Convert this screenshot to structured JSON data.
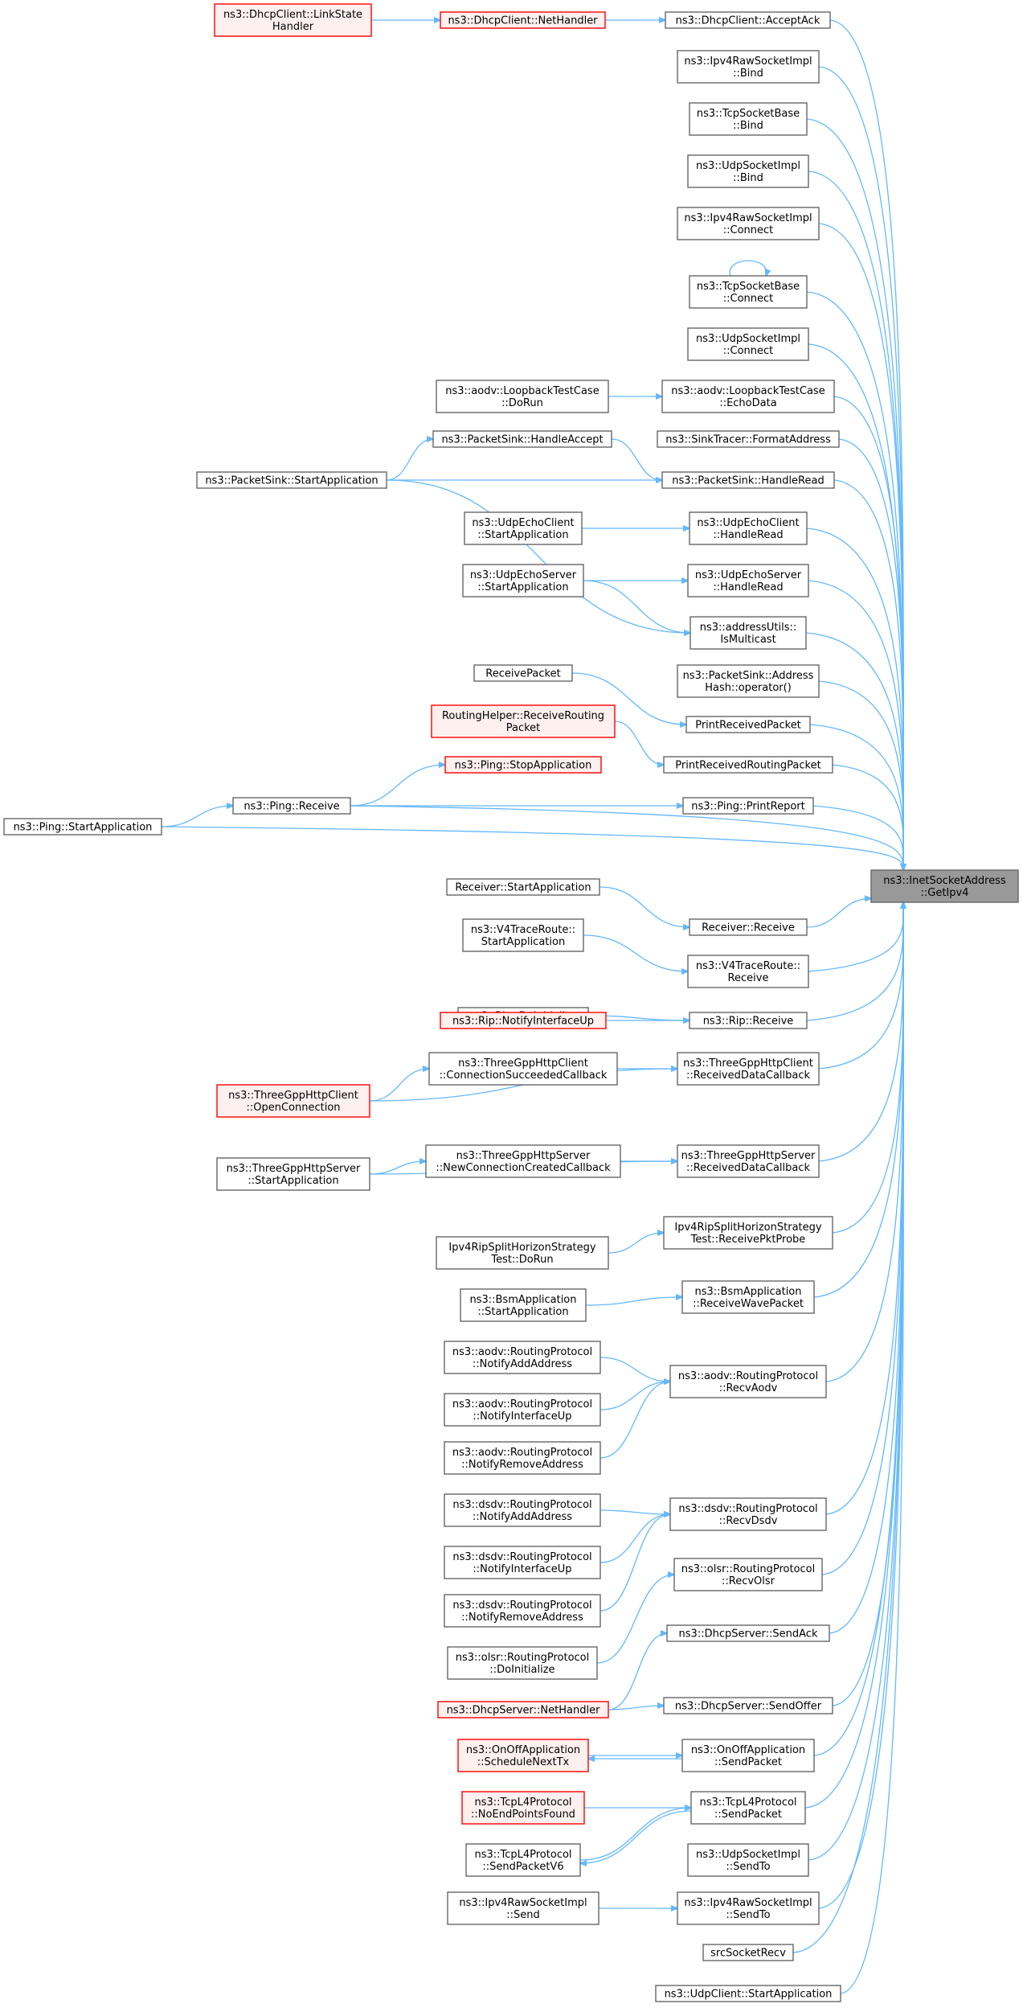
{
  "root": {
    "id": "getipv4",
    "lines": [
      "ns3::InetSocketAddress",
      "::GetIpv4"
    ]
  },
  "nodes": [
    {
      "id": "getipv4",
      "lines": [
        "ns3::InetSocketAddress",
        "::GetIpv4"
      ],
      "style": "root"
    },
    {
      "id": "dhcp_linkstate",
      "lines": [
        "ns3::DhcpClient::LinkState",
        "Handler"
      ],
      "style": "red"
    },
    {
      "id": "dhcp_nethandler",
      "lines": [
        "ns3::DhcpClient::NetHandler"
      ],
      "style": "red"
    },
    {
      "id": "dhcp_acceptack",
      "lines": [
        "ns3::DhcpClient::AcceptAck"
      ],
      "style": "normal"
    },
    {
      "id": "ipv4raw_bind",
      "lines": [
        "ns3::Ipv4RawSocketImpl",
        "::Bind"
      ],
      "style": "normal"
    },
    {
      "id": "tcpbase_bind",
      "lines": [
        "ns3::TcpSocketBase",
        "::Bind"
      ],
      "style": "normal"
    },
    {
      "id": "udpimpl_bind",
      "lines": [
        "ns3::UdpSocketImpl",
        "::Bind"
      ],
      "style": "normal"
    },
    {
      "id": "ipv4raw_connect",
      "lines": [
        "ns3::Ipv4RawSocketImpl",
        "::Connect"
      ],
      "style": "normal"
    },
    {
      "id": "tcpbase_connect",
      "lines": [
        "ns3::TcpSocketBase",
        "::Connect"
      ],
      "style": "normal"
    },
    {
      "id": "udpimpl_connect",
      "lines": [
        "ns3::UdpSocketImpl",
        "::Connect"
      ],
      "style": "normal"
    },
    {
      "id": "aodv_dorun",
      "lines": [
        "ns3::aodv::LoopbackTestCase",
        "::DoRun"
      ],
      "style": "normal"
    },
    {
      "id": "aodv_echodata",
      "lines": [
        "ns3::aodv::LoopbackTestCase",
        "::EchoData"
      ],
      "style": "normal"
    },
    {
      "id": "sinktracer_format",
      "lines": [
        "ns3::SinkTracer::FormatAddress"
      ],
      "style": "normal"
    },
    {
      "id": "packetsink_handleaccept",
      "lines": [
        "ns3::PacketSink::HandleAccept"
      ],
      "style": "normal"
    },
    {
      "id": "packetsink_startapp",
      "lines": [
        "ns3::PacketSink::StartApplication"
      ],
      "style": "normal"
    },
    {
      "id": "packetsink_handleread",
      "lines": [
        "ns3::PacketSink::HandleRead"
      ],
      "style": "normal"
    },
    {
      "id": "udpechoclient_start",
      "lines": [
        "ns3::UdpEchoClient",
        "::StartApplication"
      ],
      "style": "normal"
    },
    {
      "id": "udpechoclient_read",
      "lines": [
        "ns3::UdpEchoClient",
        "::HandleRead"
      ],
      "style": "normal"
    },
    {
      "id": "udpechoserver_start",
      "lines": [
        "ns3::UdpEchoServer",
        "::StartApplication"
      ],
      "style": "normal"
    },
    {
      "id": "udpechoserver_read",
      "lines": [
        "ns3::UdpEchoServer",
        "::HandleRead"
      ],
      "style": "normal"
    },
    {
      "id": "addressutils_ismulticast",
      "lines": [
        "ns3::addressUtils::",
        "IsMulticast"
      ],
      "style": "normal"
    },
    {
      "id": "packetsink_hash",
      "lines": [
        "ns3::PacketSink::Address",
        "Hash::operator()"
      ],
      "style": "normal"
    },
    {
      "id": "receivepacket",
      "lines": [
        "ReceivePacket"
      ],
      "style": "normal"
    },
    {
      "id": "printreceivedpacket",
      "lines": [
        "PrintReceivedPacket"
      ],
      "style": "normal"
    },
    {
      "id": "routinghelper_receive",
      "lines": [
        "RoutingHelper::ReceiveRouting",
        "Packet"
      ],
      "style": "red"
    },
    {
      "id": "printreceivedrouting",
      "lines": [
        "PrintReceivedRoutingPacket"
      ],
      "style": "normal"
    },
    {
      "id": "ping_stopapp",
      "lines": [
        "ns3::Ping::StopApplication"
      ],
      "style": "red"
    },
    {
      "id": "ping_receive",
      "lines": [
        "ns3::Ping::Receive"
      ],
      "style": "normal"
    },
    {
      "id": "ping_startapp",
      "lines": [
        "ns3::Ping::StartApplication"
      ],
      "style": "normal"
    },
    {
      "id": "ping_printreport",
      "lines": [
        "ns3::Ping::PrintReport"
      ],
      "style": "normal"
    },
    {
      "id": "receiver_startapp",
      "lines": [
        "Receiver::StartApplication"
      ],
      "style": "normal"
    },
    {
      "id": "receiver_receive",
      "lines": [
        "Receiver::Receive"
      ],
      "style": "normal"
    },
    {
      "id": "v4trace_start",
      "lines": [
        "ns3::V4TraceRoute::",
        "StartApplication"
      ],
      "style": "normal"
    },
    {
      "id": "v4trace_receive",
      "lines": [
        "ns3::V4TraceRoute::",
        "Receive"
      ],
      "style": "normal"
    },
    {
      "id": "rip_doinit",
      "lines": [
        "ns3::Rip::DoInitialize"
      ],
      "style": "normal"
    },
    {
      "id": "rip_notifyup",
      "lines": [
        "ns3::Rip::NotifyInterfaceUp"
      ],
      "style": "red"
    },
    {
      "id": "rip_receive",
      "lines": [
        "ns3::Rip::Receive"
      ],
      "style": "normal"
    },
    {
      "id": "httpclient_connsucc",
      "lines": [
        "ns3::ThreeGppHttpClient",
        "::ConnectionSucceededCallback"
      ],
      "style": "normal"
    },
    {
      "id": "httpclient_opencon",
      "lines": [
        "ns3::ThreeGppHttpClient",
        "::OpenConnection"
      ],
      "style": "red"
    },
    {
      "id": "httpclient_recvdata",
      "lines": [
        "ns3::ThreeGppHttpClient",
        "::ReceivedDataCallback"
      ],
      "style": "normal"
    },
    {
      "id": "httpserver_start",
      "lines": [
        "ns3::ThreeGppHttpServer",
        "::StartApplication"
      ],
      "style": "normal"
    },
    {
      "id": "httpserver_newconn",
      "lines": [
        "ns3::ThreeGppHttpServer",
        "::NewConnectionCreatedCallback"
      ],
      "style": "normal"
    },
    {
      "id": "httpserver_recvdata",
      "lines": [
        "ns3::ThreeGppHttpServer",
        "::ReceivedDataCallback"
      ],
      "style": "normal"
    },
    {
      "id": "riptest_dorun",
      "lines": [
        "Ipv4RipSplitHorizonStrategy",
        "Test::DoRun"
      ],
      "style": "normal"
    },
    {
      "id": "riptest_probe",
      "lines": [
        "Ipv4RipSplitHorizonStrategy",
        "Test::ReceivePktProbe"
      ],
      "style": "normal"
    },
    {
      "id": "bsm_start",
      "lines": [
        "ns3::BsmApplication",
        "::StartApplication"
      ],
      "style": "normal"
    },
    {
      "id": "bsm_recvwave",
      "lines": [
        "ns3::BsmApplication",
        "::ReceiveWavePacket"
      ],
      "style": "normal"
    },
    {
      "id": "aodv_notifyadd",
      "lines": [
        "ns3::aodv::RoutingProtocol",
        "::NotifyAddAddress"
      ],
      "style": "normal"
    },
    {
      "id": "aodv_notifyup",
      "lines": [
        "ns3::aodv::RoutingProtocol",
        "::NotifyInterfaceUp"
      ],
      "style": "normal"
    },
    {
      "id": "aodv_notifyremove",
      "lines": [
        "ns3::aodv::RoutingProtocol",
        "::NotifyRemoveAddress"
      ],
      "style": "normal"
    },
    {
      "id": "aodv_recv",
      "lines": [
        "ns3::aodv::RoutingProtocol",
        "::RecvAodv"
      ],
      "style": "normal"
    },
    {
      "id": "dsdv_notifyadd",
      "lines": [
        "ns3::dsdv::RoutingProtocol",
        "::NotifyAddAddress"
      ],
      "style": "normal"
    },
    {
      "id": "dsdv_notifyup",
      "lines": [
        "ns3::dsdv::RoutingProtocol",
        "::NotifyInterfaceUp"
      ],
      "style": "normal"
    },
    {
      "id": "dsdv_notifyremove",
      "lines": [
        "ns3::dsdv::RoutingProtocol",
        "::NotifyRemoveAddress"
      ],
      "style": "normal"
    },
    {
      "id": "dsdv_recv",
      "lines": [
        "ns3::dsdv::RoutingProtocol",
        "::RecvDsdv"
      ],
      "style": "normal"
    },
    {
      "id": "olsr_doinit",
      "lines": [
        "ns3::olsr::RoutingProtocol",
        "::DoInitialize"
      ],
      "style": "normal"
    },
    {
      "id": "olsr_recv",
      "lines": [
        "ns3::olsr::RoutingProtocol",
        "::RecvOlsr"
      ],
      "style": "normal"
    },
    {
      "id": "dhcpserver_nethandler",
      "lines": [
        "ns3::DhcpServer::NetHandler"
      ],
      "style": "red"
    },
    {
      "id": "dhcpserver_sendack",
      "lines": [
        "ns3::DhcpServer::SendAck"
      ],
      "style": "normal"
    },
    {
      "id": "dhcpserver_sendoffer",
      "lines": [
        "ns3::DhcpServer::SendOffer"
      ],
      "style": "normal"
    },
    {
      "id": "onoff_schedule",
      "lines": [
        "ns3::OnOffApplication",
        "::ScheduleNextTx"
      ],
      "style": "red"
    },
    {
      "id": "onoff_sendpacket",
      "lines": [
        "ns3::OnOffApplication",
        "::SendPacket"
      ],
      "style": "normal"
    },
    {
      "id": "tcpl4_noend",
      "lines": [
        "ns3::TcpL4Protocol",
        "::NoEndPointsFound"
      ],
      "style": "red"
    },
    {
      "id": "tcpl4_sendpacket",
      "lines": [
        "ns3::TcpL4Protocol",
        "::SendPacket"
      ],
      "style": "normal"
    },
    {
      "id": "tcpl4_sendv6",
      "lines": [
        "ns3::TcpL4Protocol",
        "::SendPacketV6"
      ],
      "style": "normal"
    },
    {
      "id": "udpimpl_sendto",
      "lines": [
        "ns3::UdpSocketImpl",
        "::SendTo"
      ],
      "style": "normal"
    },
    {
      "id": "ipv4raw_send",
      "lines": [
        "ns3::Ipv4RawSocketImpl",
        "::Send"
      ],
      "style": "normal"
    },
    {
      "id": "ipv4raw_sendto",
      "lines": [
        "ns3::Ipv4RawSocketImpl",
        "::SendTo"
      ],
      "style": "normal"
    },
    {
      "id": "srcsocketrecv",
      "lines": [
        "srcSocketRecv"
      ],
      "style": "normal"
    },
    {
      "id": "udpclient_start",
      "lines": [
        "ns3::UdpClient::StartApplication"
      ],
      "style": "normal"
    }
  ],
  "edges": [
    [
      "dhcp_linkstate",
      "dhcp_nethandler"
    ],
    [
      "dhcp_nethandler",
      "dhcp_acceptack"
    ],
    [
      "dhcp_acceptack",
      "getipv4"
    ],
    [
      "ipv4raw_bind",
      "getipv4"
    ],
    [
      "tcpbase_bind",
      "getipv4"
    ],
    [
      "udpimpl_bind",
      "getipv4"
    ],
    [
      "ipv4raw_connect",
      "getipv4"
    ],
    [
      "tcpbase_connect",
      "tcpbase_connect"
    ],
    [
      "tcpbase_connect",
      "getipv4"
    ],
    [
      "udpimpl_connect",
      "getipv4"
    ],
    [
      "aodv_dorun",
      "aodv_echodata"
    ],
    [
      "aodv_echodata",
      "getipv4"
    ],
    [
      "sinktracer_format",
      "getipv4"
    ],
    [
      "packetsink_startapp",
      "packetsink_handleaccept"
    ],
    [
      "packetsink_handleaccept",
      "packetsink_handleread"
    ],
    [
      "packetsink_startapp",
      "packetsink_handleread"
    ],
    [
      "packetsink_handleread",
      "getipv4"
    ],
    [
      "udpechoclient_start",
      "udpechoclient_read"
    ],
    [
      "udpechoclient_read",
      "getipv4"
    ],
    [
      "udpechoserver_start",
      "udpechoserver_read"
    ],
    [
      "udpechoserver_read",
      "getipv4"
    ],
    [
      "udpechoserver_start",
      "addressutils_ismulticast"
    ],
    [
      "packetsink_startapp",
      "addressutils_ismulticast"
    ],
    [
      "addressutils_ismulticast",
      "getipv4"
    ],
    [
      "packetsink_hash",
      "getipv4"
    ],
    [
      "receivepacket",
      "printreceivedpacket"
    ],
    [
      "printreceivedpacket",
      "getipv4"
    ],
    [
      "routinghelper_receive",
      "printreceivedrouting"
    ],
    [
      "printreceivedrouting",
      "getipv4"
    ],
    [
      "ping_receive",
      "ping_stopapp"
    ],
    [
      "ping_startapp",
      "ping_receive"
    ],
    [
      "ping_receive",
      "ping_printreport"
    ],
    [
      "ping_printreport",
      "getipv4"
    ],
    [
      "ping_receive",
      "getipv4"
    ],
    [
      "ping_startapp",
      "getipv4"
    ],
    [
      "receiver_startapp",
      "receiver_receive"
    ],
    [
      "receiver_receive",
      "getipv4"
    ],
    [
      "v4trace_start",
      "v4trace_receive"
    ],
    [
      "v4trace_receive",
      "getipv4"
    ],
    [
      "rip_doinit",
      "rip_receive"
    ],
    [
      "rip_notifyup",
      "rip_receive"
    ],
    [
      "rip_receive",
      "getipv4"
    ],
    [
      "httpclient_opencon",
      "httpclient_connsucc"
    ],
    [
      "httpclient_connsucc",
      "httpclient_recvdata"
    ],
    [
      "httpclient_opencon",
      "httpclient_recvdata"
    ],
    [
      "httpclient_recvdata",
      "getipv4"
    ],
    [
      "httpserver_start",
      "httpserver_newconn"
    ],
    [
      "httpserver_newconn",
      "httpserver_recvdata"
    ],
    [
      "httpserver_start",
      "httpserver_recvdata"
    ],
    [
      "httpserver_recvdata",
      "getipv4"
    ],
    [
      "riptest_dorun",
      "riptest_probe"
    ],
    [
      "riptest_probe",
      "getipv4"
    ],
    [
      "bsm_start",
      "bsm_recvwave"
    ],
    [
      "bsm_recvwave",
      "getipv4"
    ],
    [
      "aodv_notifyadd",
      "aodv_recv"
    ],
    [
      "aodv_notifyup",
      "aodv_recv"
    ],
    [
      "aodv_notifyremove",
      "aodv_recv"
    ],
    [
      "aodv_recv",
      "getipv4"
    ],
    [
      "dsdv_notifyadd",
      "dsdv_recv"
    ],
    [
      "dsdv_notifyup",
      "dsdv_recv"
    ],
    [
      "dsdv_notifyremove",
      "dsdv_recv"
    ],
    [
      "dsdv_recv",
      "getipv4"
    ],
    [
      "olsr_doinit",
      "olsr_recv"
    ],
    [
      "olsr_recv",
      "getipv4"
    ],
    [
      "dhcpserver_nethandler",
      "dhcpserver_sendack"
    ],
    [
      "dhcpserver_nethandler",
      "dhcpserver_sendoffer"
    ],
    [
      "dhcpserver_sendack",
      "getipv4"
    ],
    [
      "dhcpserver_sendoffer",
      "getipv4"
    ],
    [
      "onoff_schedule",
      "onoff_sendpacket"
    ],
    [
      "onoff_sendpacket",
      "onoff_schedule"
    ],
    [
      "onoff_sendpacket",
      "getipv4"
    ],
    [
      "tcpl4_noend",
      "tcpl4_sendpacket"
    ],
    [
      "tcpl4_sendv6",
      "tcpl4_sendpacket"
    ],
    [
      "tcpl4_sendpacket",
      "tcpl4_sendv6"
    ],
    [
      "tcpl4_sendpacket",
      "getipv4"
    ],
    [
      "udpimpl_sendto",
      "getipv4"
    ],
    [
      "ipv4raw_send",
      "ipv4raw_sendto"
    ],
    [
      "ipv4raw_sendto",
      "getipv4"
    ],
    [
      "srcsocketrecv",
      "getipv4"
    ],
    [
      "udpclient_start",
      "getipv4"
    ]
  ],
  "colors": {
    "edge": "#63b8ff",
    "node_border": "#666666",
    "highlight_border": "#ff0000",
    "highlight_fill": "#fff0f0",
    "root_fill": "#999999"
  }
}
